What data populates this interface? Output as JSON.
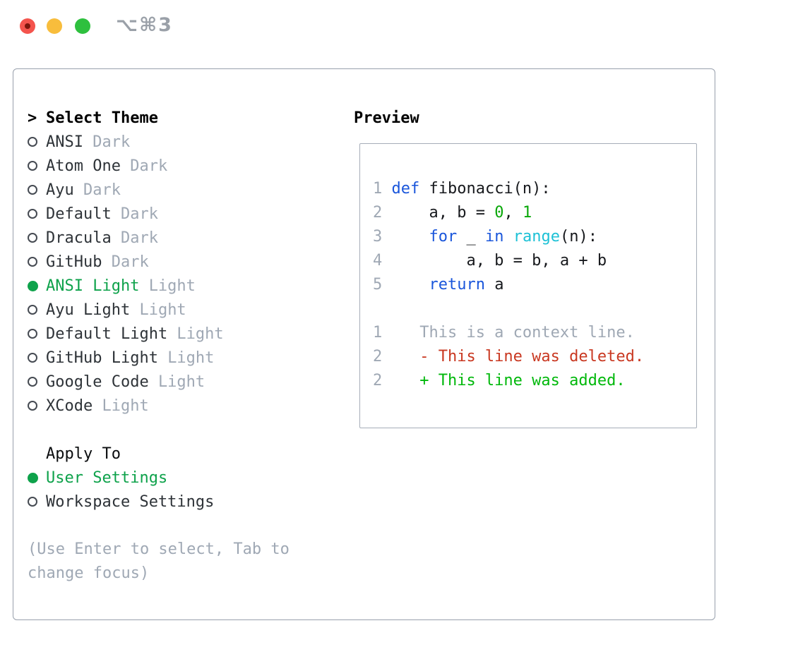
{
  "window": {
    "shortcut": "⌥⌘3",
    "buttons": [
      "close",
      "minimize",
      "zoom"
    ]
  },
  "colors": {
    "selection_green": "#0ea24b",
    "added_green": "#00b80b",
    "deleted_red": "#c93821",
    "keyword_blue": "#1a56db",
    "builtin_cyan": "#1dc1d6",
    "number_green": "#09a709",
    "muted_gray": "#9fa8b4",
    "dark_text": "#2e3338",
    "panel_border": "#98a0ac",
    "preview_border": "#a6adb8",
    "titlebar_red": "#f4544d",
    "titlebar_yellow": "#f8bd3c",
    "titlebar_green": "#2ec03e"
  },
  "theme_panel": {
    "title_prefix": ">",
    "title": "Select Theme",
    "themes": [
      {
        "name": "ANSI",
        "variant": "Dark",
        "selected": false
      },
      {
        "name": "Atom One",
        "variant": "Dark",
        "selected": false
      },
      {
        "name": "Ayu",
        "variant": "Dark",
        "selected": false
      },
      {
        "name": "Default",
        "variant": "Dark",
        "selected": false
      },
      {
        "name": "Dracula",
        "variant": "Dark",
        "selected": false
      },
      {
        "name": "GitHub",
        "variant": "Dark",
        "selected": false
      },
      {
        "name": "ANSI Light",
        "variant": "Light",
        "selected": true
      },
      {
        "name": "Ayu Light",
        "variant": "Light",
        "selected": false
      },
      {
        "name": "Default Light",
        "variant": "Light",
        "selected": false
      },
      {
        "name": "GitHub Light",
        "variant": "Light",
        "selected": false
      },
      {
        "name": "Google Code",
        "variant": "Light",
        "selected": false
      },
      {
        "name": "XCode",
        "variant": "Light",
        "selected": false
      }
    ],
    "apply_to": {
      "title": "Apply To",
      "options": [
        {
          "label": "User Settings",
          "selected": true
        },
        {
          "label": "Workspace Settings",
          "selected": false
        }
      ]
    },
    "help_lines": [
      "(Use Enter to select, Tab to",
      "change focus)"
    ]
  },
  "preview": {
    "title": "Preview",
    "lines": [
      {
        "num": "1",
        "tokens": [
          {
            "text": "def",
            "color": "keyword"
          },
          {
            "text": " fibonacci(n):",
            "color": "text"
          }
        ]
      },
      {
        "num": "2",
        "tokens": [
          {
            "text": "    a, b = ",
            "color": "text"
          },
          {
            "text": "0",
            "color": "number"
          },
          {
            "text": ", ",
            "color": "text"
          },
          {
            "text": "1",
            "color": "number"
          }
        ]
      },
      {
        "num": "3",
        "tokens": [
          {
            "text": "    ",
            "color": "text"
          },
          {
            "text": "for",
            "color": "keyword"
          },
          {
            "text": " _ ",
            "color": "text"
          },
          {
            "text": "in",
            "color": "keyword"
          },
          {
            "text": " ",
            "color": "text"
          },
          {
            "text": "range",
            "color": "builtin"
          },
          {
            "text": "(n):",
            "color": "text"
          }
        ]
      },
      {
        "num": "4",
        "tokens": [
          {
            "text": "        a, b = b, a + b",
            "color": "text"
          }
        ]
      },
      {
        "num": "5",
        "tokens": [
          {
            "text": "    ",
            "color": "text"
          },
          {
            "text": "return",
            "color": "keyword"
          },
          {
            "text": " a",
            "color": "text"
          }
        ]
      },
      {
        "num": "",
        "tokens": []
      },
      {
        "num": "1",
        "tokens": [
          {
            "text": "   This is a context line.",
            "color": "context"
          }
        ]
      },
      {
        "num": "2",
        "tokens": [
          {
            "text": "   - This line was deleted.",
            "color": "deleted"
          }
        ]
      },
      {
        "num": "2",
        "tokens": [
          {
            "text": "   + This line was added.",
            "color": "added"
          }
        ]
      }
    ]
  }
}
